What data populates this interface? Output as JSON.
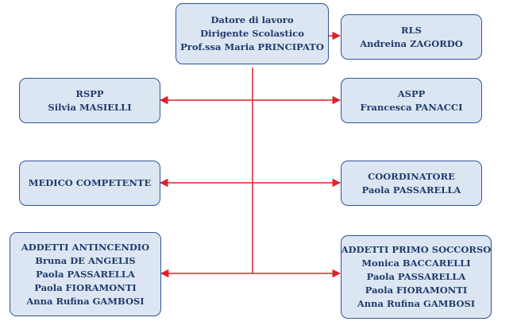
{
  "nodes": {
    "datore": {
      "lines": [
        "Datore di lavoro",
        "Dirigente Scolastico",
        "Prof.ssa Maria PRINCIPATO"
      ]
    },
    "rls": {
      "lines": [
        "RLS",
        "Andreina  ZAGORDO"
      ]
    },
    "rspp": {
      "lines": [
        "RSPP",
        "Silvia  MASIELLI"
      ]
    },
    "aspp": {
      "lines": [
        "ASPP",
        "Francesca PANACCI"
      ]
    },
    "medico": {
      "lines": [
        "MEDICO COMPETENTE"
      ]
    },
    "coordinatore": {
      "lines": [
        "COORDINATORE",
        "Paola PASSARELLA"
      ]
    },
    "antincendio": {
      "lines": [
        "ADDETTI ANTINCENDIO",
        "Bruna DE ANGELIS",
        "Paola PASSARELLA",
        "Paola FIORAMONTI",
        "Anna Rufina GAMBOSI"
      ]
    },
    "primo_soccorso": {
      "lines": [
        "ADDETTI PRIMO SOCCORSO",
        "Monica BACCARELLI",
        "Paola PASSARELLA",
        "Paola FIORAMONTI",
        "Anna Rufina GAMBOSI"
      ]
    }
  },
  "colors": {
    "box_fill": "#dce6f2",
    "box_border": "#2f5597",
    "text": "#1f3a6e",
    "connector": "#e0202a"
  }
}
